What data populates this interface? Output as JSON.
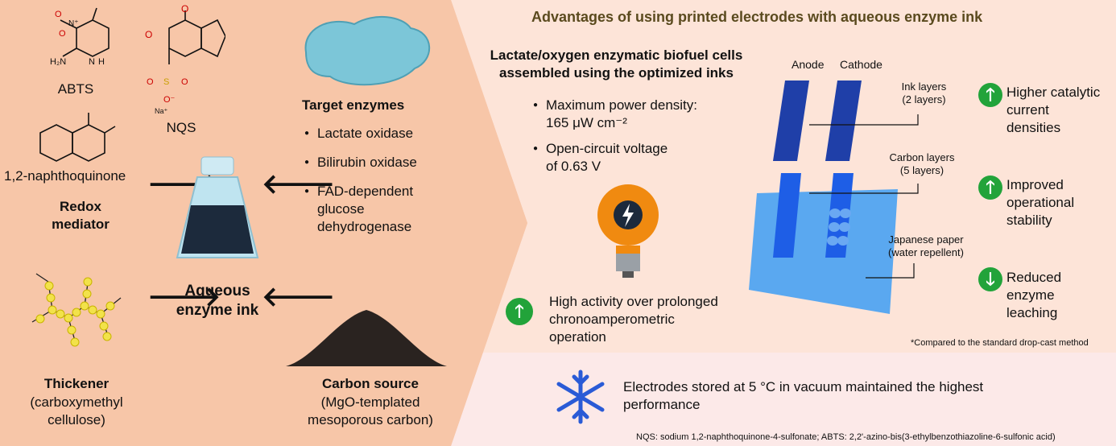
{
  "left": {
    "abts": "ABTS",
    "nqs": "NQS",
    "naphtho": "1,2-naphthoquinone",
    "redox_mediator": "Redox\nmediator",
    "aqueous_ink": "Aqueous\nenzyme ink",
    "thickener_title": "Thickener",
    "thickener_desc": "(carboxymethyl\ncellulose)",
    "target_enzymes_title": "Target enzymes",
    "enzymes": [
      "Lactate oxidase",
      "Bilirubin oxidase",
      "FAD-dependent\nglucose\ndehydrogenase"
    ],
    "carbon_title": "Carbon source",
    "carbon_desc": "(MgO-templated\nmesoporous carbon)",
    "chem_labels": {
      "no2": "O",
      "ch3": "",
      "nh2": "H₂N",
      "nh": "H",
      "n": "N",
      "na": "Na⁺"
    }
  },
  "right": {
    "title": "Advantages of using printed electrodes with aqueous enzyme ink",
    "bfc_title": "Lactate/oxygen enzymatic biofuel cells\nassembled using the optimized inks",
    "bfc_items": [
      "Maximum power density:\n165 μW cm⁻²",
      "Open-circuit voltage\nof 0.63 V"
    ],
    "high_activity": "High activity over prolonged\nchronoamperometric\noperation",
    "anode": "Anode",
    "cathode": "Cathode",
    "ink_layers": "Ink layers\n(2 layers)",
    "carbon_layers": "Carbon layers\n(5 layers)",
    "paper": "Japanese paper\n(water repellent)",
    "advantages": [
      {
        "label": "Higher catalytic\ncurrent\ndensities",
        "dir": "up"
      },
      {
        "label": "Improved\noperational\nstability",
        "dir": "up"
      },
      {
        "label": "Reduced\nenzyme\nleaching",
        "dir": "down"
      }
    ],
    "footnote": "*Compared to the standard drop-cast method"
  },
  "bottom": {
    "storage": "Electrodes stored at 5 °C in vacuum maintained the highest\nperformance",
    "abbrev": "NQS: sodium 1,2-naphthoquinone-4-sulfonate; ABTS: 2,2'-azino-bis(3-ethylbenzothiazoline-6-sulfonic acid)"
  },
  "colors": {
    "left_bg": "#f7c6a8",
    "right_bg": "#fde4d8",
    "bottom_bg": "#fce9e8",
    "title": "#5a4a1e",
    "green": "#22a33a",
    "electrode_dark": "#1f3fa8",
    "electrode_bright": "#1e5ee6",
    "paper": "#5aa8f0"
  },
  "icons": [
    "right-arrow-icon",
    "left-arrow-icon",
    "ink-bottle-icon",
    "enzyme-blob-icon",
    "carbon-pile-icon",
    "light-bulb-icon",
    "snowflake-icon",
    "up-arrow-icon",
    "down-arrow-icon"
  ]
}
